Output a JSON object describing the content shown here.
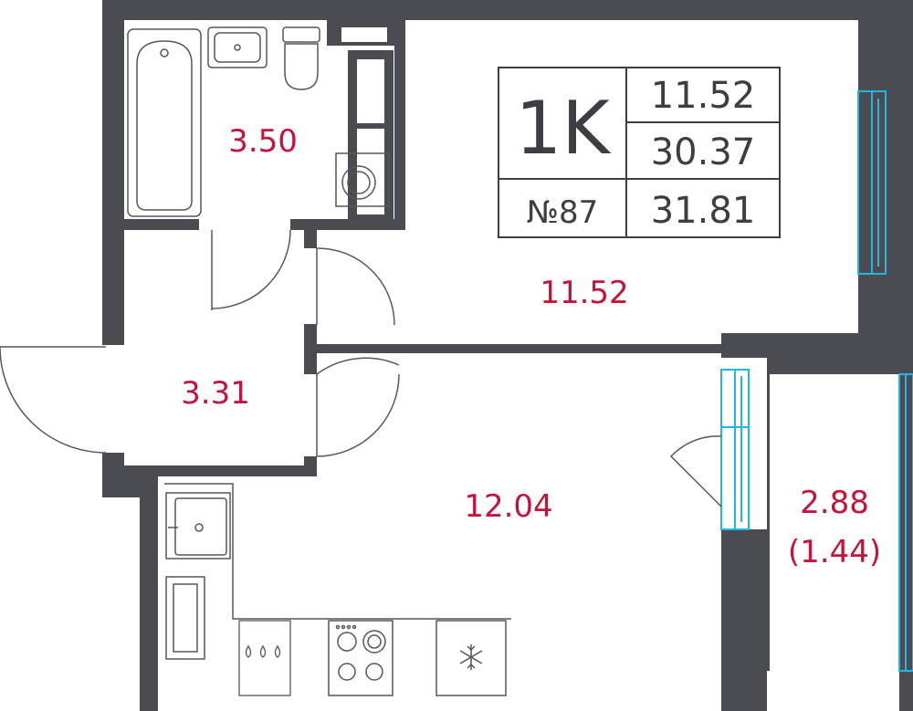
{
  "colors": {
    "wall": "#4b4c52",
    "fixture_stroke": "#55575c",
    "window": "#22b7e2",
    "area_text": "#c4143c",
    "info_text": "#3c3e44"
  },
  "info_box": {
    "type": "1K",
    "number": "№87",
    "living_area": "11.52",
    "total_area": "30.37",
    "area_with_balcony": "31.81"
  },
  "rooms": {
    "bathroom": "3.50",
    "hall": "3.31",
    "bedroom": "11.52",
    "kitchen_living": "12.04",
    "balcony": "2.88",
    "balcony_reduced": "(1.44)"
  },
  "fixtures": [
    "bathtub-icon",
    "washbasin-icon",
    "toilet-icon",
    "washing-machine-icon",
    "kitchen-sink-icon",
    "stove-icon",
    "fridge-icon",
    "water-drops-icon",
    "snowflake-icon"
  ]
}
